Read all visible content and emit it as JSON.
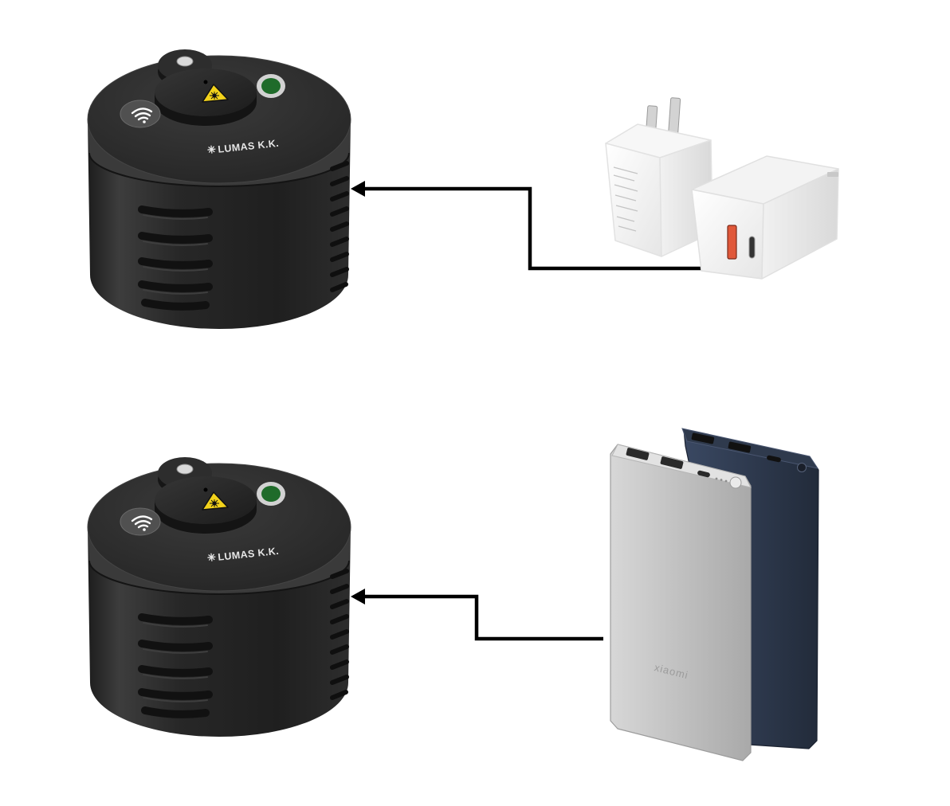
{
  "devices": {
    "top": {
      "brand": "LUMAS K.K."
    },
    "bottom": {
      "brand": "LUMAS K.K."
    }
  },
  "power_bank": {
    "brand": "xiaomi"
  },
  "colors": {
    "background": "#ffffff",
    "status_led": "#1f6b2a",
    "status_led_ring": "#d2d2d2",
    "warning_label": "#f2d21b",
    "arrow": "#000000",
    "charger": "#f3f3f3",
    "usb_a_port": "#e0583a",
    "power_bank_front": "#bcbcbc",
    "power_bank_back": "#2f3a4d"
  },
  "icons": {
    "wifi_button": "wifi-icon",
    "laser_warning": "laser-warning-icon",
    "brand_logo": "star-logo-icon"
  }
}
